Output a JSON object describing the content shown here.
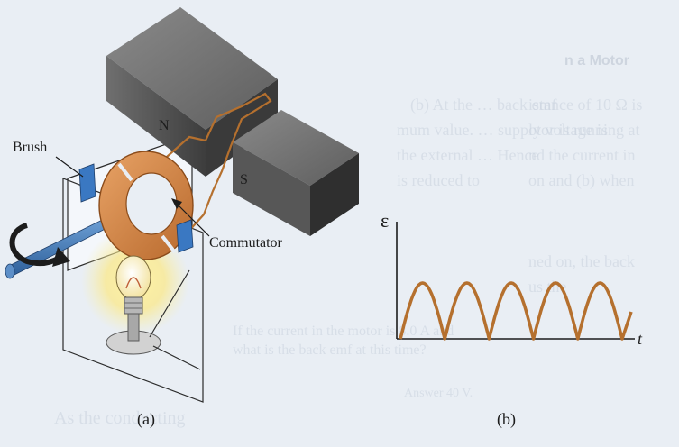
{
  "figure": {
    "labels": {
      "brush": "Brush",
      "north": "N",
      "south": "S",
      "commutator": "Commutator",
      "panel_a": "(a)",
      "panel_b": "(b)"
    },
    "graph": {
      "y_symbol": "ε",
      "x_symbol": "t",
      "arch_count": 5,
      "curve_color": "#b5702e"
    }
  },
  "background_text": {
    "heading_fragment": "n a Motor",
    "lines": [
      "(b) At the … back emf",
      "mum value. … supply voltage is",
      "the external … Hence",
      "is reduced to",
      "istance of 10 Ω is",
      "otor is running at",
      "nd the current in",
      "on and (b) when",
      "ned on, the back",
      "us the",
      "If the current in the motor is 8.0 A and",
      "what is the back emf at this time?",
      "Answer   40 V.",
      "As the conducting"
    ]
  },
  "colors": {
    "page": "#e9eef4",
    "copper": "#b5702e",
    "magnet_dark": "#4d4d4d",
    "brush_blue": "#3a78c2"
  }
}
